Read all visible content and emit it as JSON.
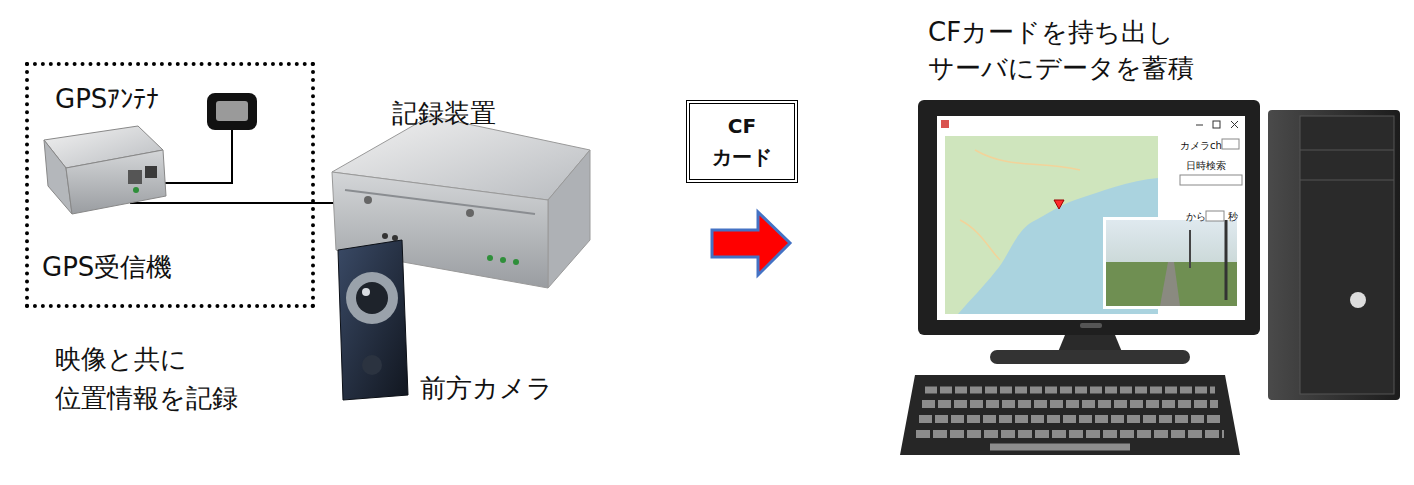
{
  "diagram": {
    "nodes": [
      {
        "text": [
          "GPSｱﾝﾃﾅ",
          "GPS受信機"
        ]
      },
      {
        "text": [
          "CF カード"
        ]
      }
    ],
    "labels": [
      "記録装置",
      "前方カメラ",
      "映像と共に 位置情報を記録",
      "CFカードを持ち出し サーバにデータを蓄積",
      "カメラch",
      "日時検索",
      "から",
      "秒"
    ]
  }
}
